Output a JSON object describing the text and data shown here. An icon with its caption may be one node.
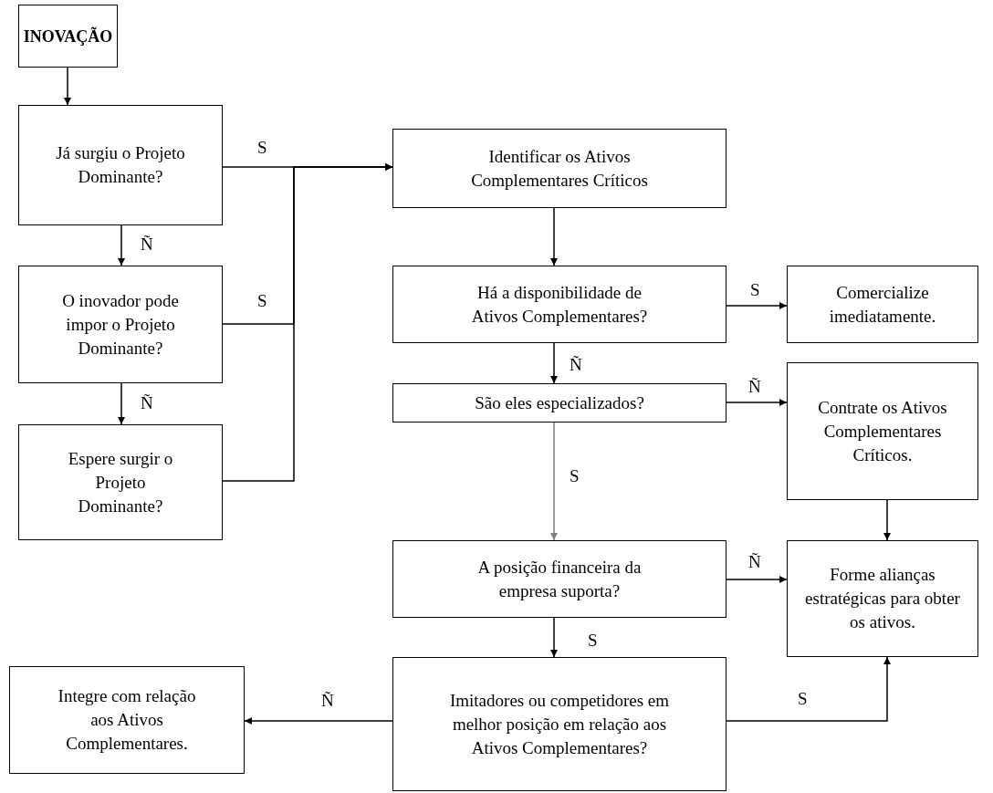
{
  "diagram": {
    "nodes": [
      {
        "text": [
          "INOVAÇÃO"
        ]
      },
      {
        "text": [
          "Já surgiu o Projeto Dominante?"
        ]
      },
      {
        "text": [
          "O inovador pode impor o Projeto Dominante?"
        ]
      },
      {
        "text": [
          "Espere surgir o Projeto Dominante?"
        ]
      },
      {
        "text": [
          "Identificar os Ativos Complementares Críticos"
        ]
      },
      {
        "text": [
          "Há a disponibilidade de Ativos Complementares?"
        ]
      },
      {
        "text": [
          "Comercialize imediatamente."
        ]
      },
      {
        "text": [
          "São eles especializados?"
        ]
      },
      {
        "text": [
          "Contrate os Ativos Complementares Críticos."
        ]
      },
      {
        "text": [
          "A posição financeira da empresa suporta?"
        ]
      },
      {
        "text": [
          "Forme alianças estratégicas para obter os ativos."
        ]
      },
      {
        "text": [
          "Imitadores ou competidores em melhor posição em relação aos Ativos Complementares?"
        ]
      },
      {
        "text": [
          "Integre com relação aos Ativos Complementares."
        ]
      }
    ],
    "edges": [
      {
        "from": 0,
        "to": 1,
        "arrow": "to"
      },
      {
        "from": 1,
        "to": 2,
        "arrow": "to",
        "label": "Ñ"
      },
      {
        "from": 2,
        "to": 3,
        "arrow": "to",
        "label": "Ñ"
      },
      {
        "from": 1,
        "to": 4,
        "arrow": "to",
        "label": "S"
      },
      {
        "from": 2,
        "to": 4,
        "arrow": "to",
        "label": "S"
      },
      {
        "from": 3,
        "to": 4,
        "arrow": "to"
      },
      {
        "from": 4,
        "to": 5,
        "arrow": "to"
      },
      {
        "from": 5,
        "to": 6,
        "arrow": "to",
        "label": "S"
      },
      {
        "from": 5,
        "to": 7,
        "arrow": "to",
        "label": "Ñ"
      },
      {
        "from": 7,
        "to": 8,
        "arrow": "to",
        "label": "Ñ"
      },
      {
        "from": 7,
        "to": 9,
        "arrow": "to",
        "label": "S",
        "color": "#808080"
      },
      {
        "from": 8,
        "to": 10,
        "arrow": "to"
      },
      {
        "from": 9,
        "to": 10,
        "arrow": "to",
        "label": "Ñ"
      },
      {
        "from": 9,
        "to": 11,
        "arrow": "to",
        "label": "S"
      },
      {
        "from": 11,
        "to": 12,
        "arrow": "to",
        "label": "Ñ"
      },
      {
        "from": 11,
        "to": 10,
        "arrow": "to",
        "label": "S"
      }
    ]
  }
}
